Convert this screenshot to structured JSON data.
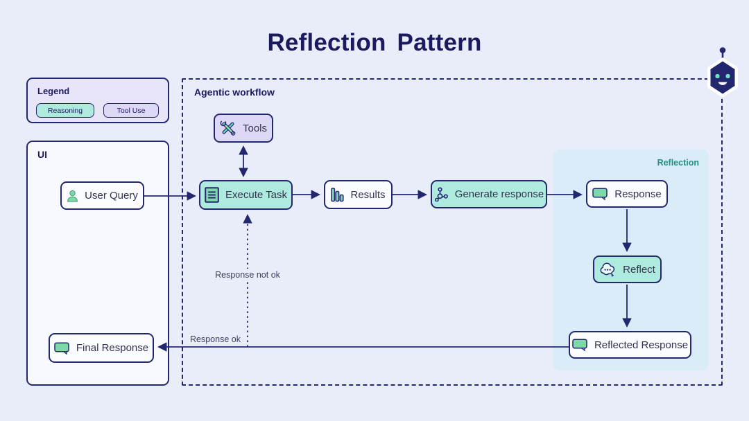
{
  "title": "Reflection Pattern",
  "legend": {
    "title": "Legend",
    "reasoning_label": "Reasoning",
    "tool_use_label": "Tool Use"
  },
  "ui_panel": {
    "title": "UI",
    "user_query_label": "User Query",
    "final_response_label": "Final Response"
  },
  "workflow": {
    "title": "Agentic workflow",
    "tools_label": "Tools",
    "execute_task_label": "Execute Task",
    "results_label": "Results",
    "generate_response_label": "Generate response"
  },
  "reflection": {
    "title": "Reflection",
    "response_label": "Response",
    "reflect_label": "Reflect",
    "reflected_response_label": "Reflected Response"
  },
  "edge_labels": {
    "response_not_ok": "Response not ok",
    "response_ok": "Response ok"
  },
  "icons": {
    "user_query": "person-icon",
    "execute_task": "task-list-icon",
    "tools": "wrench-screwdriver-icon",
    "results": "bar-chart-icon",
    "generate_response": "network-icon",
    "response": "speech-bubble-icon",
    "reflect": "thought-bubble-icon",
    "reflected_response": "speech-bubble-icon",
    "final_response": "speech-bubble-icon",
    "mascot": "robot-icon"
  },
  "colors": {
    "background": "#e9edfa",
    "navy": "#23276e",
    "reasoning_fill": "#aeeadd",
    "tool_use_fill": "#ddd8f6",
    "reflection_fill": "#d9ecf7",
    "reflection_label": "#23907e",
    "icon_green": "#7ed9a8"
  }
}
